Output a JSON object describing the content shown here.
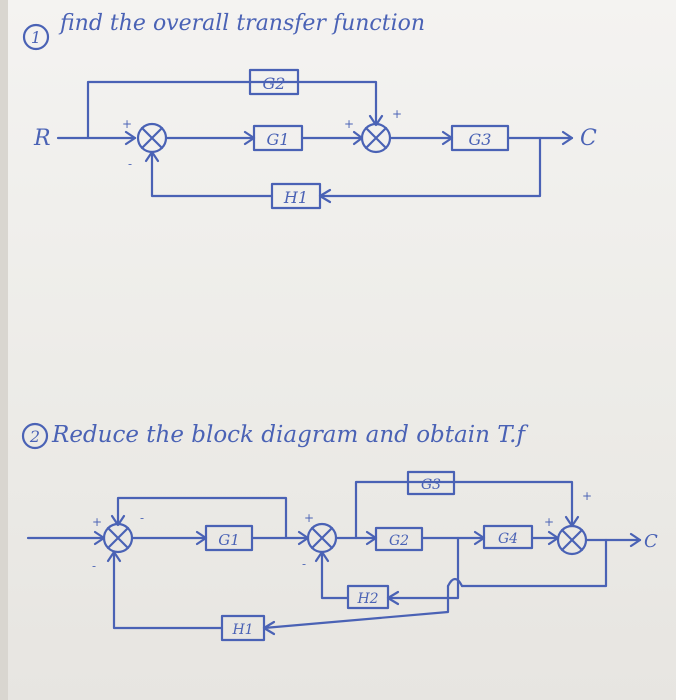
{
  "problem1": {
    "number": "1",
    "title": "find the overall transfer function",
    "input": "R",
    "output": "C",
    "blocks": {
      "g1": "G1",
      "g2": "G2",
      "g3": "G3",
      "h1": "H1"
    },
    "signs": {
      "s1_plus": "+",
      "s1_minus": "-",
      "s2_plus_left": "+",
      "s2_plus_top": "+"
    }
  },
  "problem2": {
    "number": "2",
    "title": "Reduce the block diagram and obtain T.f",
    "output": "C",
    "blocks": {
      "g1": "G1",
      "g2": "G2",
      "g3": "G3",
      "g4": "G4",
      "h1": "H1",
      "h2": "H2"
    },
    "signs": {
      "s1_plus": "+",
      "s1_minus_top": "-",
      "s1_minus_bottom": "-",
      "s2_plus": "+",
      "s2_minus": "-",
      "s3_plus_left": "+",
      "s3_plus_top": "+"
    }
  },
  "colors": {
    "ink": "#4a62b5",
    "paper": "#f1f0ed"
  }
}
